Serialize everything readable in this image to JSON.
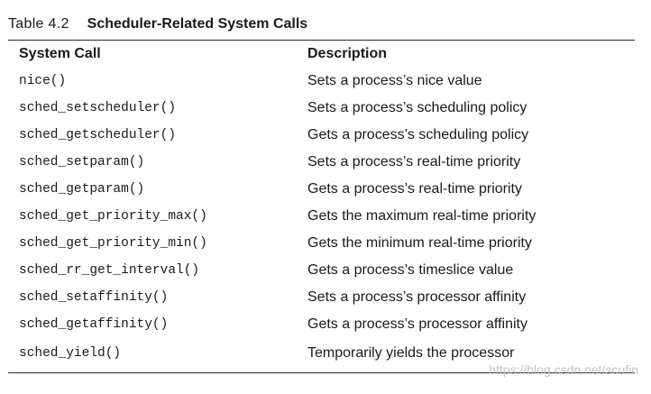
{
  "caption": {
    "number": "Table 4.2",
    "title": "Scheduler-Related System Calls"
  },
  "headers": {
    "system_call": "System Call",
    "description": "Description"
  },
  "rows": [
    {
      "call": "nice()",
      "description": "Sets a process’s nice value"
    },
    {
      "call": "sched_setscheduler()",
      "description": "Sets a process’s scheduling policy"
    },
    {
      "call": "sched_getscheduler()",
      "description": "Gets a process’s scheduling policy"
    },
    {
      "call": "sched_setparam()",
      "description": "Sets a process’s real-time priority"
    },
    {
      "call": "sched_getparam()",
      "description": "Gets a process’s real-time priority"
    },
    {
      "call": "sched_get_priority_max()",
      "description": "Gets the maximum real-time priority"
    },
    {
      "call": "sched_get_priority_min()",
      "description": "Gets the minimum real-time priority"
    },
    {
      "call": "sched_rr_get_interval()",
      "description": "Gets a process’s timeslice value"
    },
    {
      "call": "sched_setaffinity()",
      "description": "Sets a process’s processor affinity"
    },
    {
      "call": "sched_getaffinity()",
      "description": "Gets a process’s processor affinity"
    },
    {
      "call": "sched_yield()",
      "description": "Temporarily yields the processor"
    }
  ],
  "watermark": "https://blog.csdn.net/scufin"
}
